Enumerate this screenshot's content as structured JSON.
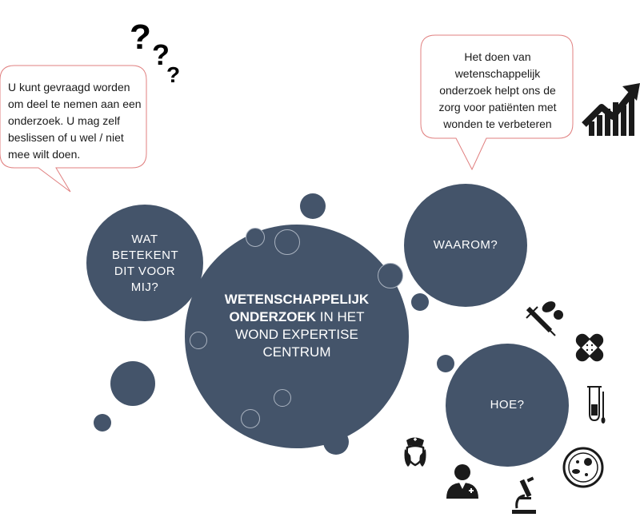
{
  "center": {
    "bold": "WETENSCHAPPELIJK ONDERZOEK",
    "rest": " IN HET WOND EXPERTISE CENTRUM"
  },
  "left_circle": {
    "label": "WAT BETEKENT DIT VOOR MIJ?"
  },
  "right_top_circle": {
    "label": "WAAROM?"
  },
  "right_bottom_circle": {
    "label": "HOE?"
  },
  "bubble_left": {
    "text": "U kunt gevraagd worden om deel te nemen aan een onderzoek. U mag zelf beslissen of u wel / niet mee wilt doen."
  },
  "bubble_right": {
    "text": "Het doen van wetenschappelijk onderzoek helpt ons de zorg voor patiënten met wonden te verbeteren"
  },
  "question_marks": [
    "?",
    "?",
    "?"
  ],
  "colors": {
    "circle": "#44546a",
    "bubble_border": "#e07f7f",
    "icon": "#1a1a1a"
  },
  "icons": [
    "question-marks",
    "growth-chart-icon",
    "syringe-pills-icon",
    "bandage-icon",
    "test-tube-icon",
    "bacteria-icon",
    "microscope-icon",
    "doctor-icon",
    "nurse-icon"
  ]
}
